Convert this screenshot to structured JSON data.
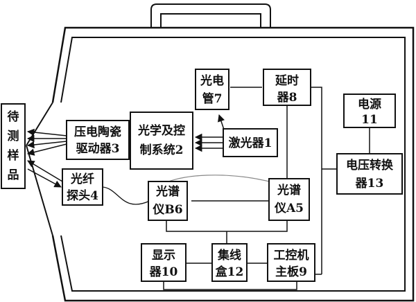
{
  "diagram": {
    "sample": [
      "待",
      "测",
      "样",
      "品"
    ],
    "blocks": {
      "photoelectric_tube": [
        "光电",
        "管7"
      ],
      "delay": [
        "延时",
        "器8"
      ],
      "power": [
        "电源",
        "11"
      ],
      "piezo_driver": [
        "压电陶瓷",
        "驱动器3"
      ],
      "optics_control": [
        "光学及控",
        "制系统2"
      ],
      "laser": [
        "激光器1"
      ],
      "voltage_converter": [
        "电压转换",
        "器13"
      ],
      "fiber_probe": [
        "光纤",
        "探头4"
      ],
      "spectrometer_b": [
        "光谱",
        "仪B6"
      ],
      "spectrometer_a": [
        "光谱",
        "仪A5"
      ],
      "display": [
        "显示",
        "器10"
      ],
      "hub": [
        "集线",
        "盒12"
      ],
      "ipc_board": [
        "工控机",
        "主板9"
      ]
    }
  }
}
